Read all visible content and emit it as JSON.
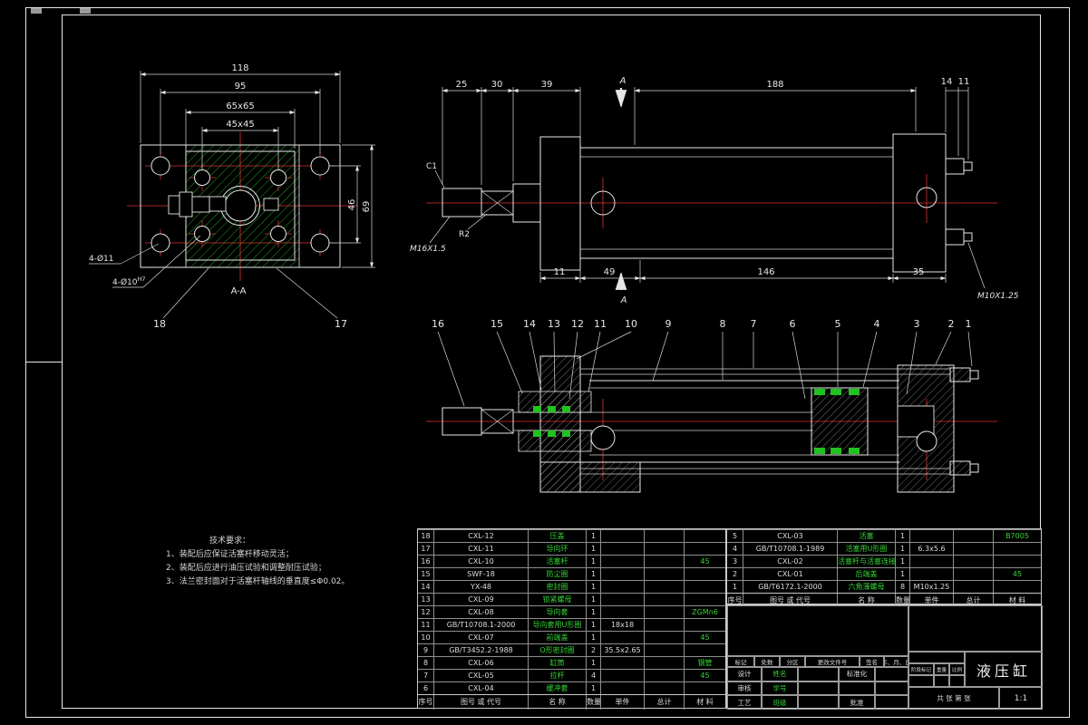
{
  "front_view": {
    "dims": {
      "w118": "118",
      "w95": "95",
      "s65": "65x65",
      "s45": "45x45",
      "h46": "46",
      "h69": "69"
    },
    "labels": {
      "holes_outer": "4-Ø11",
      "holes_inner": "4-Ø10",
      "holes_inner_tol": "H7",
      "section": "A-A",
      "callout_18": "18",
      "callout_17": "17"
    }
  },
  "side_view": {
    "dims_top": {
      "d25": "25",
      "d30": "30",
      "d39": "39",
      "d188": "188",
      "d14": "14",
      "d11": "11"
    },
    "dims_bottom": {
      "d11": "11",
      "d49": "49",
      "d146": "146",
      "d35": "35"
    },
    "labels": {
      "chamfer": "C1",
      "radius": "R2",
      "thread_rod": "M16X1.5",
      "thread_tie": "M10X1.25",
      "section_mark": "A"
    }
  },
  "section_view": {
    "callouts": [
      "16",
      "15",
      "14",
      "13",
      "12",
      "11",
      "10",
      "9",
      "8",
      "7",
      "6",
      "5",
      "4",
      "3",
      "2",
      "1"
    ]
  },
  "tech_requirements": {
    "title": "技术要求：",
    "items": [
      "1、装配后应保证活塞杆移动灵活；",
      "2、装配后应进行油压试验和调整耐压试验；",
      "3、法兰密封面对于活塞杆轴线的垂直度≤Φ0.02。"
    ]
  },
  "bom": {
    "header": {
      "no": "序号",
      "code": "图号 或 代号",
      "name": "名  称",
      "qty": "数量",
      "unit": "单件",
      "total": "总计",
      "material": "材 料"
    },
    "left_rows": [
      {
        "no": "18",
        "code": "CXL-12",
        "name": "压盖",
        "qty": "1",
        "unit": "",
        "total": "",
        "material": ""
      },
      {
        "no": "17",
        "code": "CXL-11",
        "name": "导向环",
        "qty": "1",
        "unit": "",
        "total": "",
        "material": ""
      },
      {
        "no": "16",
        "code": "CXL-10",
        "name": "活塞杆",
        "qty": "1",
        "unit": "",
        "total": "",
        "material": "45"
      },
      {
        "no": "15",
        "code": "SWF-18",
        "name": "防尘圈",
        "qty": "1",
        "unit": "",
        "total": "",
        "material": ""
      },
      {
        "no": "14",
        "code": "YX-48",
        "name": "密封圈",
        "qty": "1",
        "unit": "",
        "total": "",
        "material": ""
      },
      {
        "no": "13",
        "code": "CXL-09",
        "name": "锁紧螺母",
        "qty": "1",
        "unit": "",
        "total": "",
        "material": ""
      },
      {
        "no": "12",
        "code": "CXL-08",
        "name": "导向套",
        "qty": "1",
        "unit": "",
        "total": "",
        "material": "ZGMn6"
      },
      {
        "no": "11",
        "code": "GB/T10708.1-2000",
        "name": "导向套用U形圈",
        "qty": "1",
        "unit": "18x18",
        "total": "",
        "material": ""
      },
      {
        "no": "10",
        "code": "CXL-07",
        "name": "前端盖",
        "qty": "1",
        "unit": "",
        "total": "",
        "material": "45"
      },
      {
        "no": "9",
        "code": "GB/T3452.2-1988",
        "name": "O形密封圈",
        "qty": "2",
        "unit": "35.5x2.65",
        "total": "",
        "material": ""
      },
      {
        "no": "8",
        "code": "CXL-06",
        "name": "缸筒",
        "qty": "1",
        "unit": "",
        "total": "",
        "material": "钢管"
      },
      {
        "no": "7",
        "code": "CXL-05",
        "name": "拉杆",
        "qty": "4",
        "unit": "",
        "total": "",
        "material": "45"
      },
      {
        "no": "6",
        "code": "CXL-04",
        "name": "缓冲套",
        "qty": "1",
        "unit": "",
        "total": "",
        "material": ""
      }
    ],
    "right_rows": [
      {
        "no": "5",
        "code": "CXL-03",
        "name": "活塞",
        "qty": "1",
        "unit": "",
        "total": "",
        "material": "B7005"
      },
      {
        "no": "4",
        "code": "GB/T10708.1-1989",
        "name": "活塞用U形圈",
        "qty": "1",
        "unit": "6.3x5.6",
        "total": "",
        "material": ""
      },
      {
        "no": "3",
        "code": "CXL-02",
        "name": "活塞杆与活塞连接螺母",
        "qty": "1",
        "unit": "",
        "total": "",
        "material": ""
      },
      {
        "no": "2",
        "code": "CXL-01",
        "name": "后端盖",
        "qty": "1",
        "unit": "",
        "total": "",
        "material": "45"
      },
      {
        "no": "1",
        "code": "GB/T6172.1-2000",
        "name": "六角薄螺母",
        "qty": "8",
        "unit": "M10x1.25",
        "total": "",
        "material": ""
      }
    ]
  },
  "title_block": {
    "title": "液压缸",
    "change_row": [
      "标记",
      "处数",
      "分区",
      "更改文件号",
      "签名",
      "年、月、日"
    ],
    "sign_rows": [
      {
        "label": "设计",
        "note": "姓名",
        "right": "标准化"
      },
      {
        "label": "审核",
        "note": "学号",
        "right": ""
      },
      {
        "label": "工艺",
        "note": "班级",
        "right": "批准"
      }
    ],
    "stage_label": "阶段标记",
    "weight_label": "重量",
    "scale_label": "比例",
    "scale_value": "1:1",
    "sheet_note": "共  张  第  张"
  }
}
